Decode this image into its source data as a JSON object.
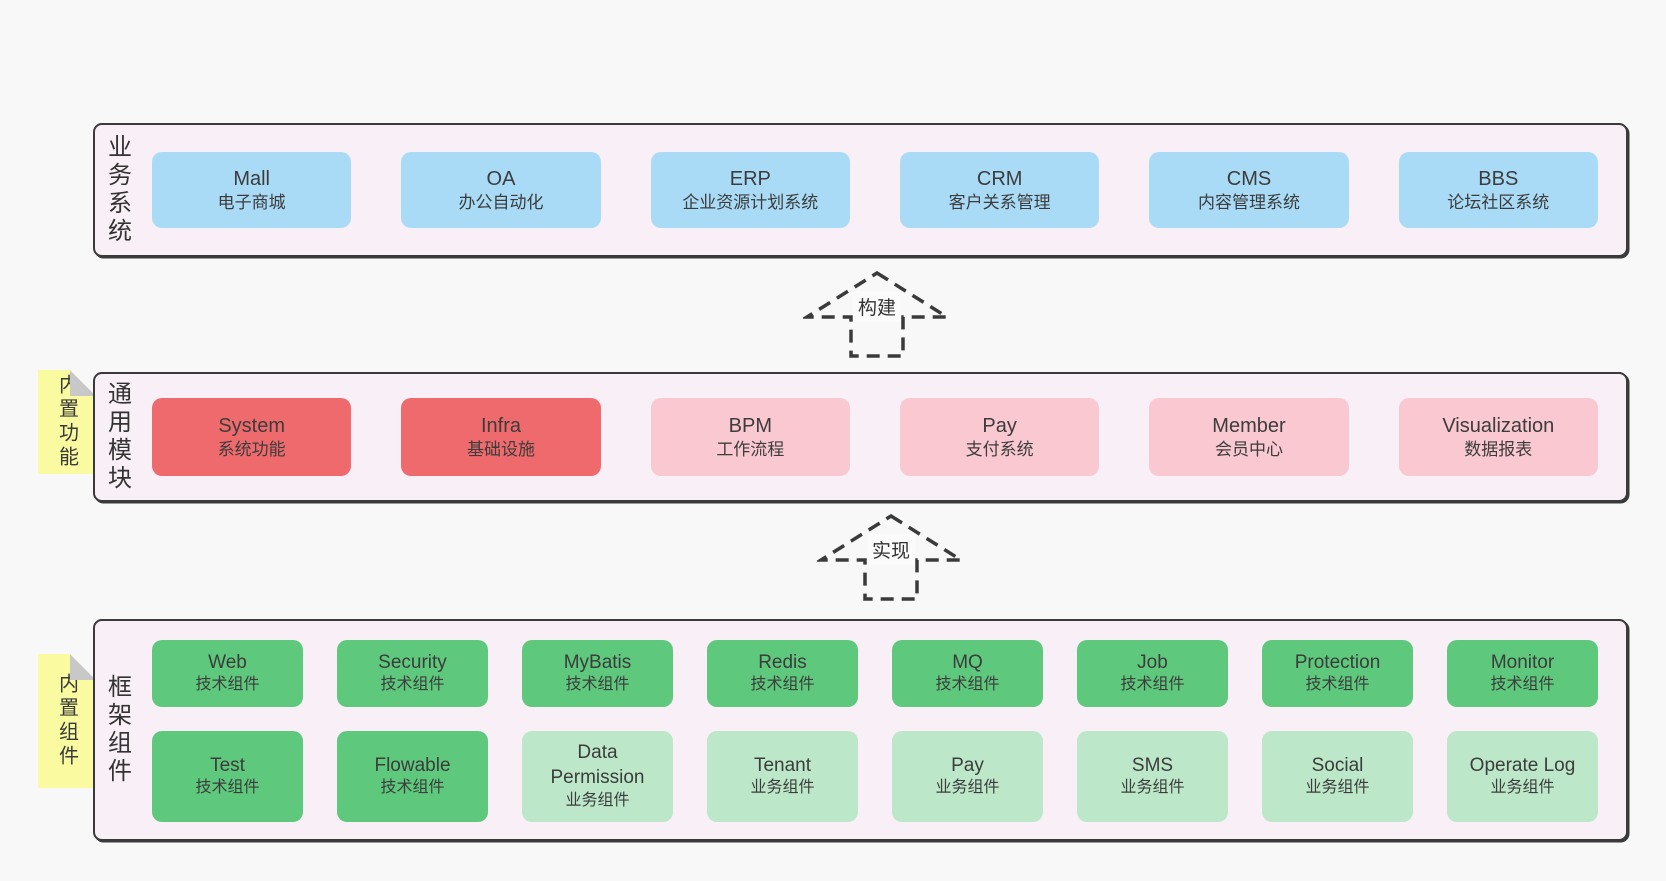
{
  "arrows": {
    "build": "构建",
    "implement": "实现"
  },
  "stickies": {
    "features": "内置功能",
    "components": "内置组件"
  },
  "bands": {
    "business": {
      "label": "业务系统",
      "boxes": [
        {
          "en": "Mall",
          "zh": "电子商城"
        },
        {
          "en": "OA",
          "zh": "办公自动化"
        },
        {
          "en": "ERP",
          "zh": "企业资源计划系统"
        },
        {
          "en": "CRM",
          "zh": "客户关系管理"
        },
        {
          "en": "CMS",
          "zh": "内容管理系统"
        },
        {
          "en": "BBS",
          "zh": "论坛社区系统"
        }
      ]
    },
    "modules": {
      "label": "通用模块",
      "boxes": [
        {
          "en": "System",
          "zh": "系统功能",
          "variant": "red"
        },
        {
          "en": "Infra",
          "zh": "基础设施",
          "variant": "red"
        },
        {
          "en": "BPM",
          "zh": "工作流程",
          "variant": "pink"
        },
        {
          "en": "Pay",
          "zh": "支付系统",
          "variant": "pink"
        },
        {
          "en": "Member",
          "zh": "会员中心",
          "variant": "pink"
        },
        {
          "en": "Visualization",
          "zh": "数据报表",
          "variant": "pink"
        }
      ]
    },
    "framework": {
      "label": "框架组件",
      "boxes": [
        {
          "en": "Web",
          "zh": "技术组件",
          "variant": "green"
        },
        {
          "en": "Security",
          "zh": "技术组件",
          "variant": "green"
        },
        {
          "en": "MyBatis",
          "zh": "技术组件",
          "variant": "green"
        },
        {
          "en": "Redis",
          "zh": "技术组件",
          "variant": "green"
        },
        {
          "en": "MQ",
          "zh": "技术组件",
          "variant": "green"
        },
        {
          "en": "Job",
          "zh": "技术组件",
          "variant": "green"
        },
        {
          "en": "Protection",
          "zh": "技术组件",
          "variant": "green"
        },
        {
          "en": "Monitor",
          "zh": "技术组件",
          "variant": "green"
        },
        {
          "en": "Test",
          "zh": "技术组件",
          "variant": "green"
        },
        {
          "en": "Flowable",
          "zh": "技术组件",
          "variant": "green"
        },
        {
          "en": "Data Permission",
          "zh": "业务组件",
          "variant": "lightgreen"
        },
        {
          "en": "Tenant",
          "zh": "业务组件",
          "variant": "lightgreen"
        },
        {
          "en": "Pay",
          "zh": "业务组件",
          "variant": "lightgreen"
        },
        {
          "en": "SMS",
          "zh": "业务组件",
          "variant": "lightgreen"
        },
        {
          "en": "Social",
          "zh": "业务组件",
          "variant": "lightgreen"
        },
        {
          "en": "Operate Log",
          "zh": "业务组件",
          "variant": "lightgreen"
        }
      ]
    }
  },
  "colors": {
    "page_bg": "#f8f8f8",
    "band_bg": "#f8eff7",
    "border": "#3a3a3a",
    "blue": "#a9dbf6",
    "red": "#ee6a6d",
    "pink": "#fac8d1",
    "green": "#5ec97d",
    "light_green": "#bce8c9",
    "sticky_yellow": "#fafaa0",
    "fold_gray": "#c8c8c8",
    "text": "#3c3c3c"
  }
}
